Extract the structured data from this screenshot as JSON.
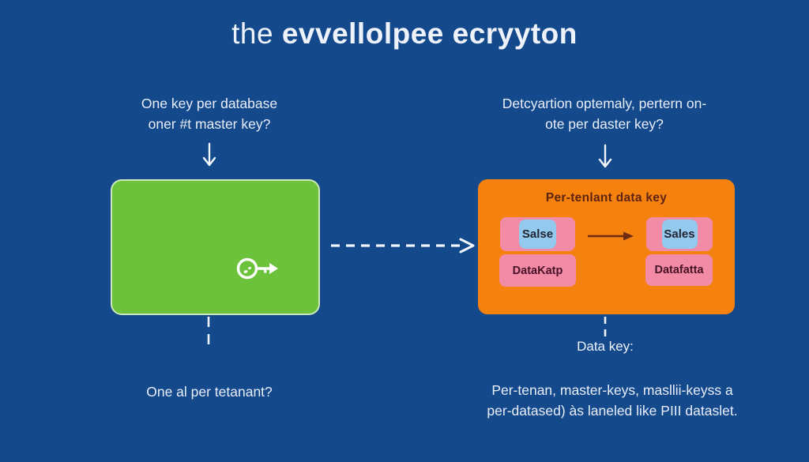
{
  "title": {
    "prefix": "the",
    "main": "evvellolpee ecryyton"
  },
  "left_column": {
    "question_top_line1": "One key per database",
    "question_top_line2": "oner #t master key?",
    "question_bottom": "One al per tetanant?"
  },
  "right_column": {
    "question_top_line1": "Detcyartion optemaly, pertern on-",
    "question_top_line2": "ote per daster key?",
    "data_key_label": "Data key:",
    "caption_line1": "Per-tenan, master-keys, masllii-keyss a",
    "caption_line2": "per-datased) às laneled like PIII dataslet."
  },
  "orange_box": {
    "title": "Per-tenlant data key",
    "left_group": {
      "top_label": "Salse",
      "bottom_label": "DataKatp"
    },
    "right_group": {
      "top_label": "Sales",
      "bottom_label": "Datafatta"
    }
  },
  "icons": {
    "key_icon": "key",
    "down_arrow_left": "down-arrow",
    "down_arrow_right": "down-arrow",
    "dashed_arrow": "dashed-right-arrow",
    "transform_arrow": "right-arrow"
  },
  "colors": {
    "background": "#14498c",
    "green_box": "#6cc23a",
    "orange_box": "#f5810e",
    "pink_box": "#f28ba6",
    "blue_box": "#92c9ec",
    "text_light": "#edf2fa",
    "orange_box_title_text": "#5f2410",
    "inner_arrow": "#6e2d12"
  }
}
